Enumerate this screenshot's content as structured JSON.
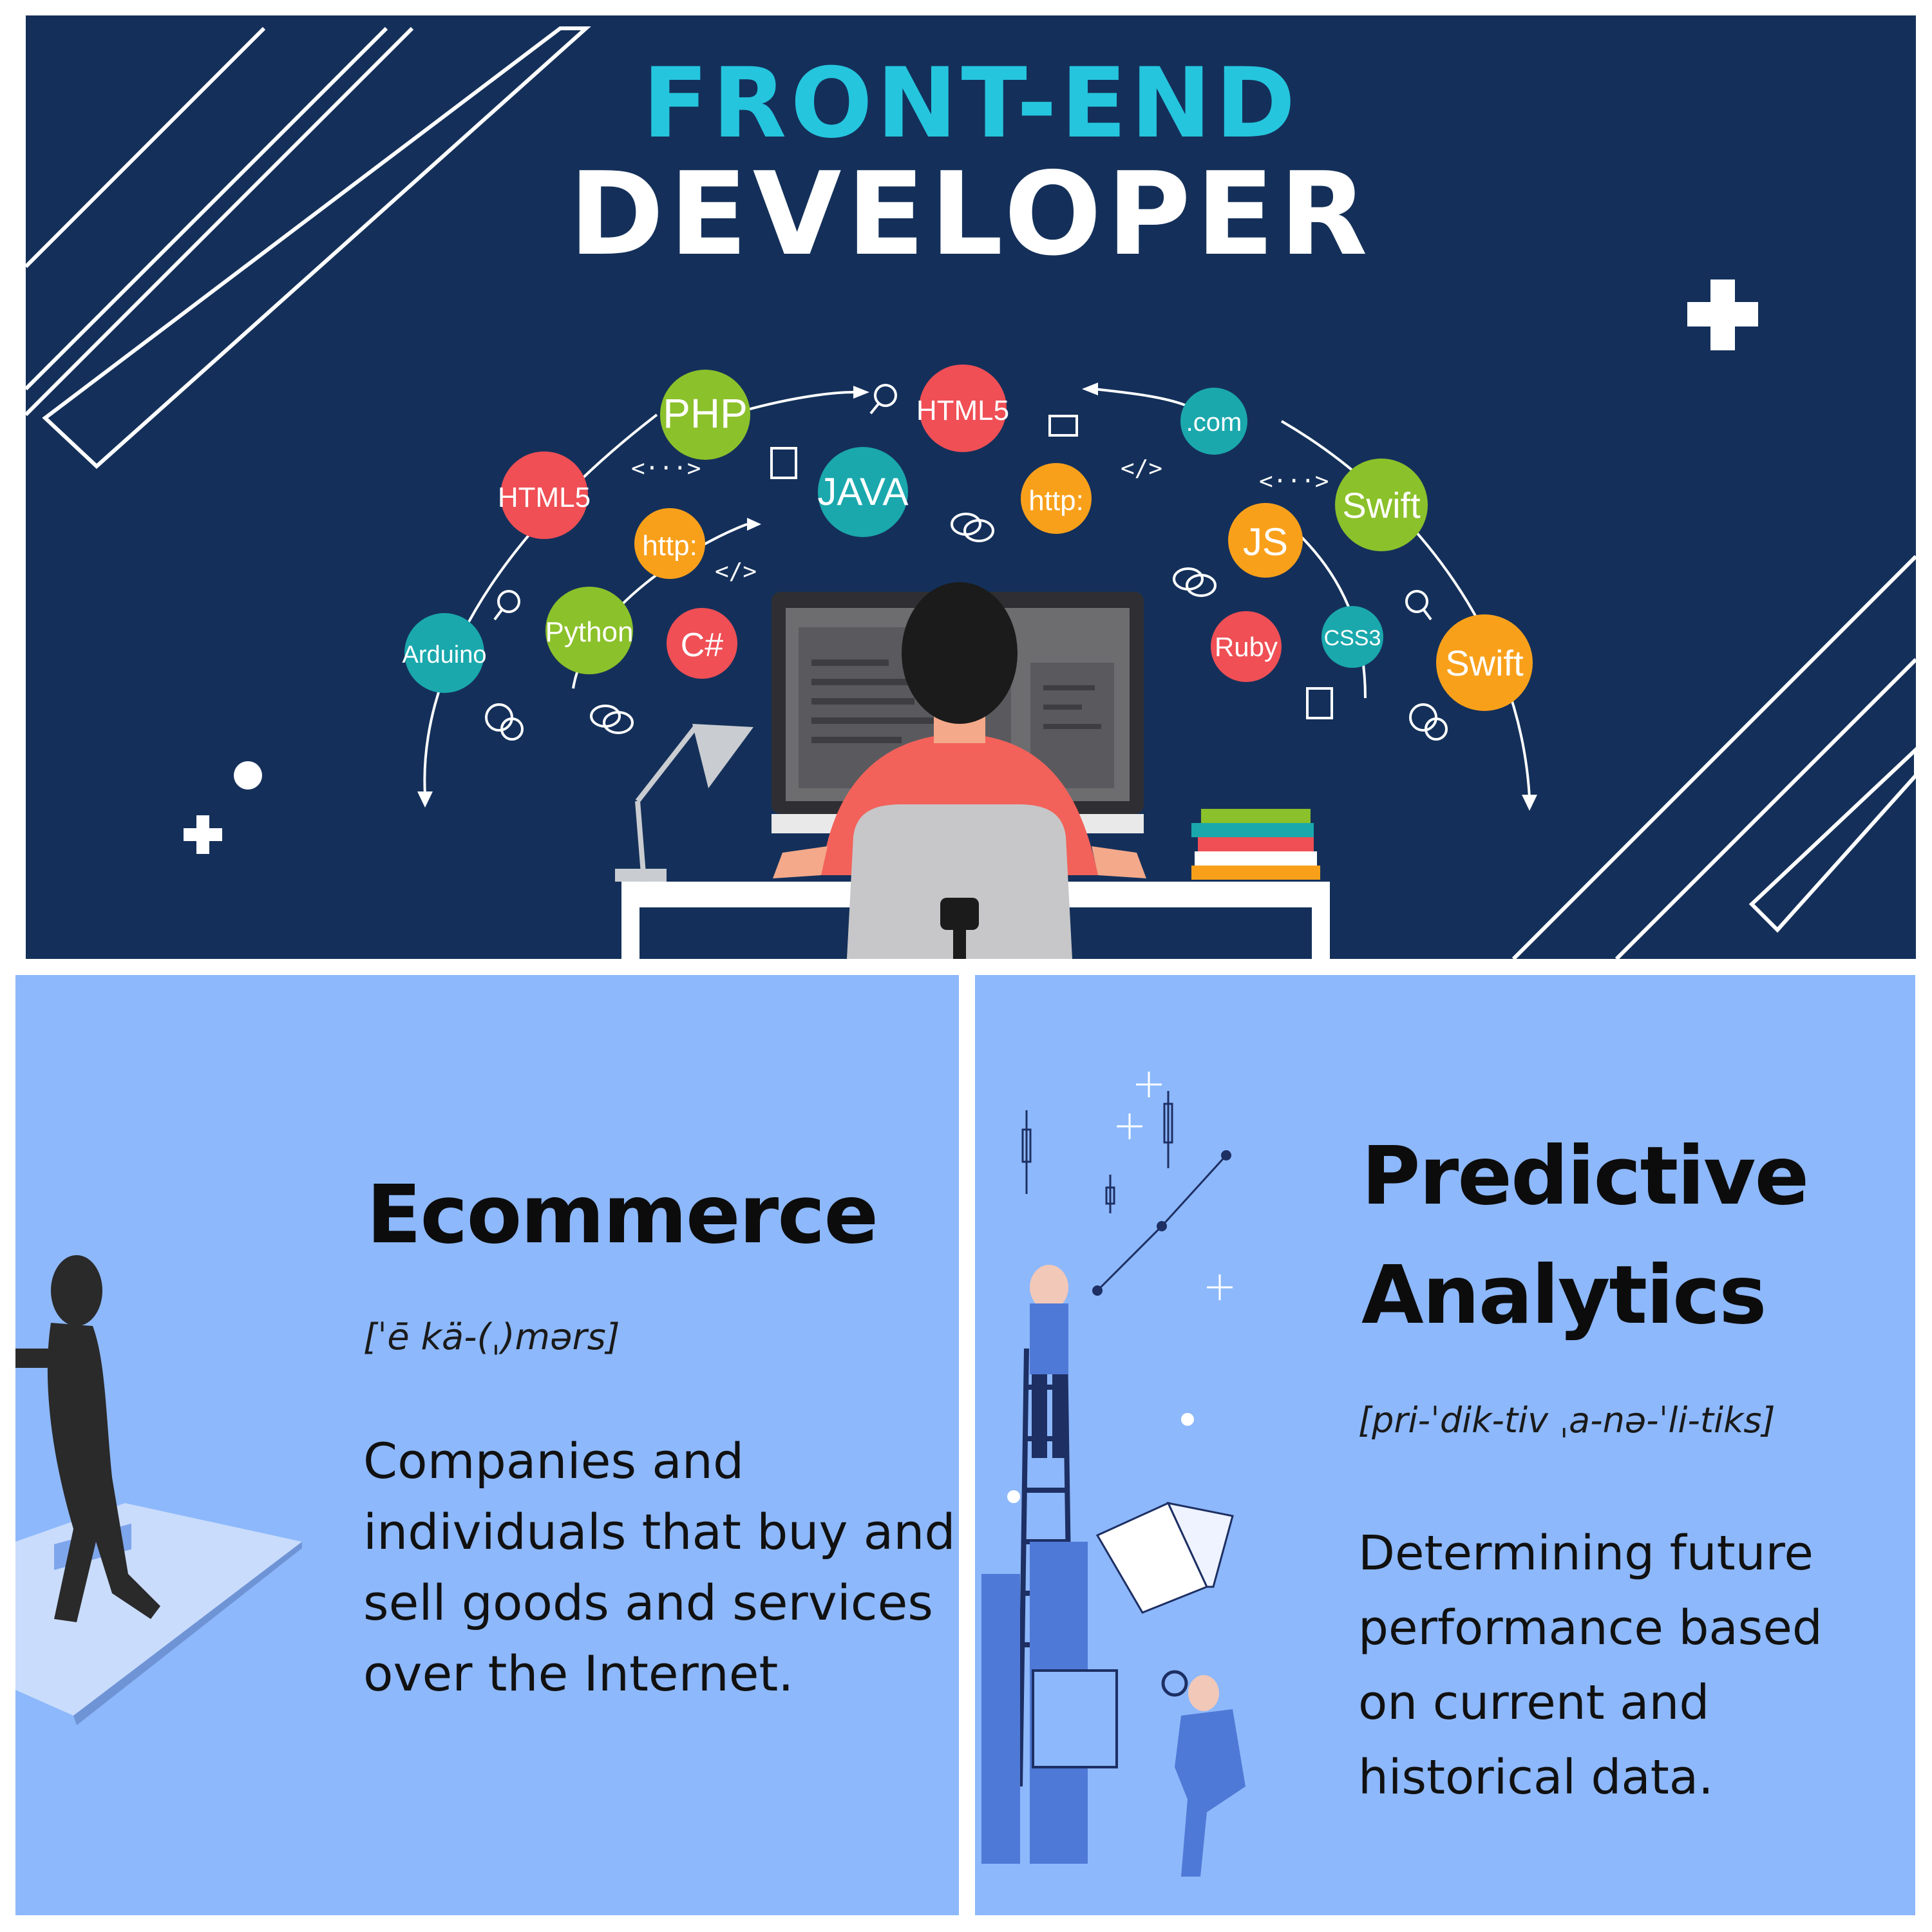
{
  "banner": {
    "title_line1": "FRONT-END",
    "title_line2": "DEVELOPER",
    "bubbles": [
      "PHP",
      "HTML5",
      "HTML5",
      ".com",
      "JAVA",
      "http:",
      "http:",
      "Swift",
      "JS",
      "Python",
      "C#",
      "Arduino",
      "Ruby",
      "CSS3",
      "Swift"
    ],
    "code_tags": [
      "<···>",
      "</>",
      "</>",
      "<···>",
      "</>"
    ],
    "colors": {
      "background": "#14305a",
      "title_accent": "#25c5de",
      "shirt": "#f2625a"
    }
  },
  "ecommerce": {
    "title": "Ecommerce",
    "pronunciation": "[ˈē kä-(ˌ)mərs]",
    "description": "Companies and individuals that buy and sell goods and services over the Internet."
  },
  "predictive": {
    "title": "Predictive Analytics",
    "pronunciation": "[pri-ˈdik-tiv ˌa-nə-ˈli-tiks]",
    "description": "Determining future performance based on current and historical data."
  }
}
